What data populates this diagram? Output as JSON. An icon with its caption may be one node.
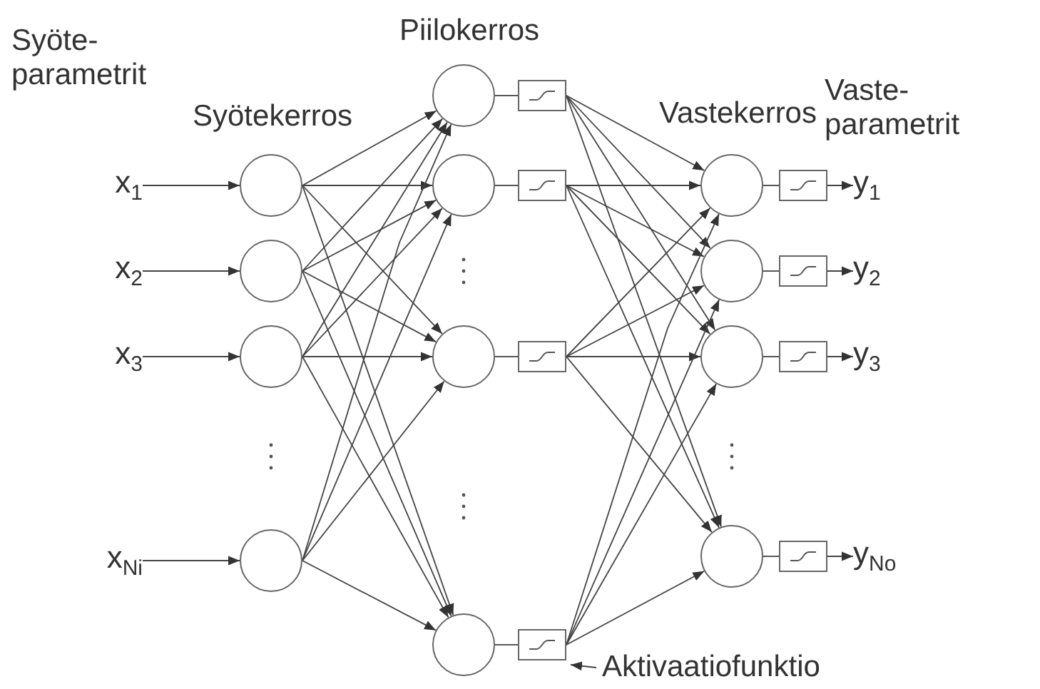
{
  "diagram": {
    "nodes": [
      {
        "text": [
          "x$_{1}$"
        ]
      },
      {
        "text": [
          "x$_{2}$"
        ]
      },
      {
        "text": [
          "x$_{3}$"
        ]
      },
      {
        "text": [
          "x$_{Ni}$"
        ]
      },
      {
        "text": [],
        "shape": "circle"
      },
      {
        "text": [],
        "shape": "circle"
      },
      {
        "text": [],
        "shape": "circle"
      },
      {
        "text": [],
        "shape": "circle"
      },
      {
        "text": [],
        "shape": "circle"
      },
      {
        "text": [],
        "shape": "circle"
      },
      {
        "text": [],
        "shape": "circle"
      },
      {
        "text": [],
        "shape": "circle"
      },
      {
        "text": [],
        "shape": "box"
      },
      {
        "text": [],
        "shape": "box"
      },
      {
        "text": [],
        "shape": "box"
      },
      {
        "text": [],
        "shape": "box"
      },
      {
        "text": [],
        "shape": "circle"
      },
      {
        "text": [],
        "shape": "circle"
      },
      {
        "text": [],
        "shape": "circle"
      },
      {
        "text": [],
        "shape": "circle"
      },
      {
        "text": [],
        "shape": "box"
      },
      {
        "text": [],
        "shape": "box"
      },
      {
        "text": [],
        "shape": "box"
      },
      {
        "text": [],
        "shape": "box"
      },
      {
        "text": [
          "y$_{1}$"
        ]
      },
      {
        "text": [
          "y$_{2}$"
        ]
      },
      {
        "text": [
          "y$_{3}$"
        ]
      },
      {
        "text": [
          "y$_{No}$"
        ]
      },
      {
        "text": [
          "Aktivaatiofunktio"
        ]
      }
    ],
    "edges": [
      {
        "from": 0,
        "to": 4,
        "arrow": "to"
      },
      {
        "from": 1,
        "to": 5,
        "arrow": "to"
      },
      {
        "from": 2,
        "to": 6,
        "arrow": "to"
      },
      {
        "from": 3,
        "to": 7,
        "arrow": "to"
      },
      {
        "from": 4,
        "to": 8,
        "arrow": "to"
      },
      {
        "from": 4,
        "to": 9,
        "arrow": "to"
      },
      {
        "from": 4,
        "to": 10,
        "arrow": "to"
      },
      {
        "from": 4,
        "to": 11,
        "arrow": "to"
      },
      {
        "from": 5,
        "to": 8,
        "arrow": "to"
      },
      {
        "from": 5,
        "to": 9,
        "arrow": "to"
      },
      {
        "from": 5,
        "to": 10,
        "arrow": "to"
      },
      {
        "from": 5,
        "to": 11,
        "arrow": "to"
      },
      {
        "from": 6,
        "to": 8,
        "arrow": "to"
      },
      {
        "from": 6,
        "to": 9,
        "arrow": "to"
      },
      {
        "from": 6,
        "to": 10,
        "arrow": "to"
      },
      {
        "from": 6,
        "to": 11,
        "arrow": "to"
      },
      {
        "from": 7,
        "to": 8,
        "arrow": "to"
      },
      {
        "from": 7,
        "to": 9,
        "arrow": "to"
      },
      {
        "from": 7,
        "to": 10,
        "arrow": "to"
      },
      {
        "from": 7,
        "to": 11,
        "arrow": "to"
      },
      {
        "from": 8,
        "to": 12,
        "arrow": "none"
      },
      {
        "from": 9,
        "to": 13,
        "arrow": "none"
      },
      {
        "from": 10,
        "to": 14,
        "arrow": "none"
      },
      {
        "from": 11,
        "to": 15,
        "arrow": "none"
      },
      {
        "from": 12,
        "to": 16,
        "arrow": "to"
      },
      {
        "from": 12,
        "to": 17,
        "arrow": "to"
      },
      {
        "from": 12,
        "to": 18,
        "arrow": "to"
      },
      {
        "from": 12,
        "to": 19,
        "arrow": "to"
      },
      {
        "from": 13,
        "to": 16,
        "arrow": "to"
      },
      {
        "from": 13,
        "to": 17,
        "arrow": "to"
      },
      {
        "from": 13,
        "to": 18,
        "arrow": "to"
      },
      {
        "from": 13,
        "to": 19,
        "arrow": "to"
      },
      {
        "from": 14,
        "to": 16,
        "arrow": "to"
      },
      {
        "from": 14,
        "to": 17,
        "arrow": "to"
      },
      {
        "from": 14,
        "to": 18,
        "arrow": "to"
      },
      {
        "from": 14,
        "to": 19,
        "arrow": "to"
      },
      {
        "from": 15,
        "to": 16,
        "arrow": "to"
      },
      {
        "from": 15,
        "to": 17,
        "arrow": "to"
      },
      {
        "from": 15,
        "to": 18,
        "arrow": "to"
      },
      {
        "from": 15,
        "to": 19,
        "arrow": "to"
      },
      {
        "from": 16,
        "to": 20,
        "arrow": "none"
      },
      {
        "from": 17,
        "to": 21,
        "arrow": "none"
      },
      {
        "from": 18,
        "to": 22,
        "arrow": "none"
      },
      {
        "from": 19,
        "to": 23,
        "arrow": "none"
      },
      {
        "from": 20,
        "to": 24,
        "arrow": "to"
      },
      {
        "from": 21,
        "to": 25,
        "arrow": "to"
      },
      {
        "from": 22,
        "to": 26,
        "arrow": "to"
      },
      {
        "from": 23,
        "to": 27,
        "arrow": "to"
      },
      {
        "from": 28,
        "to": 15,
        "arrow": "to"
      }
    ],
    "labels": [
      "Syöte- parametrit",
      "Syötekerros",
      "Piilokerros",
      "Vastekerros",
      "Vaste- parametrit"
    ]
  }
}
